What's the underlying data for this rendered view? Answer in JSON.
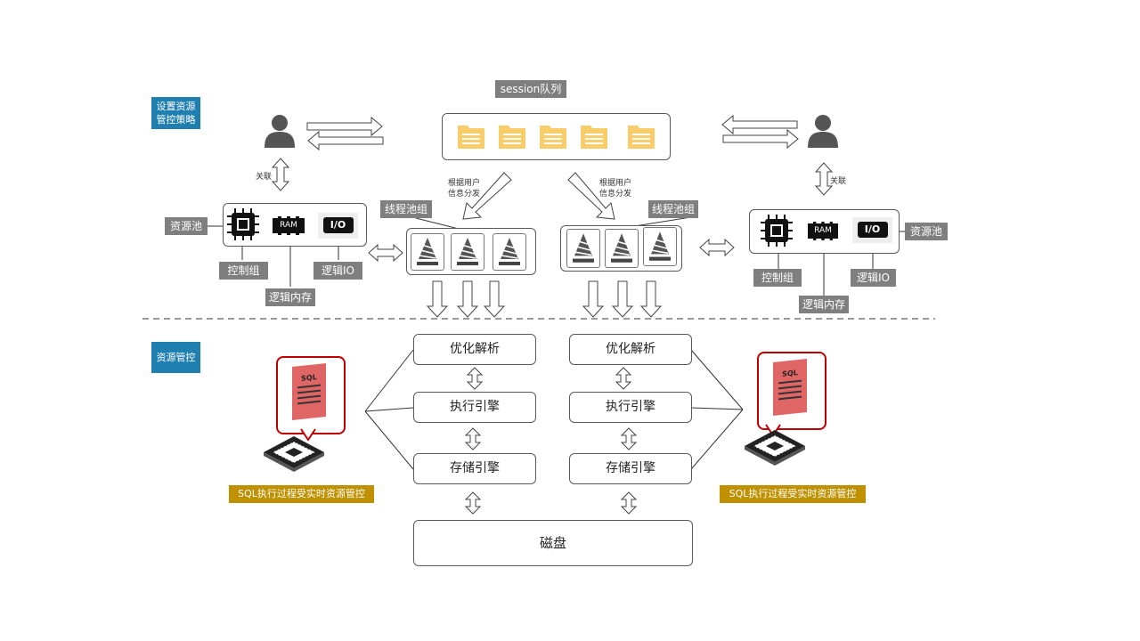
{
  "labels": {
    "policy": "设置资源管控策略",
    "policy_lines": [
      "设置资源",
      "管控策略"
    ],
    "control": "资源管控",
    "session_queue": "session队列",
    "dispatch_left": [
      "根据用户",
      "信息分发"
    ],
    "dispatch_right": [
      "根据用户",
      "信息分发"
    ],
    "link_left": "关联",
    "link_right": "关联",
    "thread_pool_left": "线程池组",
    "thread_pool_right": "线程池组",
    "resource_pool_left": "资源池",
    "resource_pool_right": "资源池",
    "cgroup_left": "控制组",
    "cgroup_right": "控制组",
    "logic_io_left": "逻辑IO",
    "logic_io_right": "逻辑IO",
    "logic_mem_left": "逻辑内存",
    "logic_mem_right": "逻辑内存",
    "ram": "RAM",
    "io": "I/O",
    "sql": "SQL",
    "sql_control_left": "SQL执行过程受实时资源管控",
    "sql_control_right": "SQL执行过程受实时资源管控"
  },
  "stages": {
    "left": [
      "优化解析",
      "执行引擎",
      "存储引擎"
    ],
    "right": [
      "优化解析",
      "执行引擎",
      "存储引擎"
    ],
    "disk": "磁盘"
  },
  "icons": {
    "user": "user-icon",
    "folder": "folder-icon",
    "thread": "thread-icon",
    "cpu": "cpu-chip-icon",
    "ram": "ram-icon",
    "io": "io-icon",
    "sql_doc": "sql-document-icon",
    "chip": "chip-icon"
  },
  "colors": {
    "label_gray": "#7f7f7f",
    "label_blue": "#1f7fb0",
    "label_gold": "#bf9000",
    "folder": "#f9cd6a",
    "sql_doc": "#e06666",
    "sql_frame": "#c00000"
  }
}
